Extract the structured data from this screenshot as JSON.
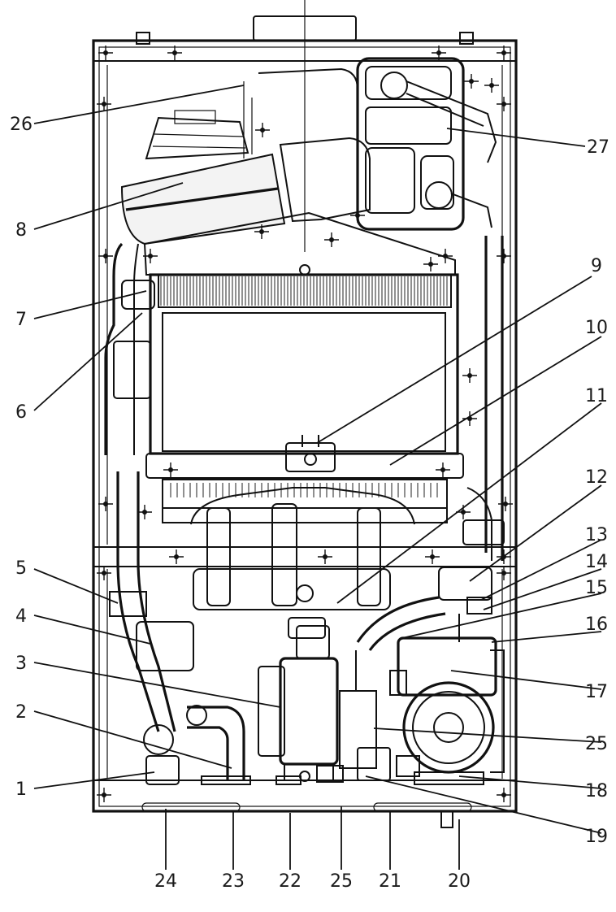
{
  "labels": {
    "l1": "1",
    "l2": "2",
    "l3": "3",
    "l4": "4",
    "l5": "5",
    "l6": "6",
    "l7": "7",
    "l8": "8",
    "l9": "9",
    "l10": "10",
    "l11": "11",
    "l12": "12",
    "l13": "13",
    "l14": "14",
    "l15": "15",
    "l16": "16",
    "l17": "17",
    "l18": "18",
    "l19": "19",
    "l20": "20",
    "l21": "21",
    "l22": "22",
    "l23": "23",
    "l24": "24",
    "l25a": "25",
    "l25b": "25",
    "l26": "26",
    "l27": "27"
  }
}
